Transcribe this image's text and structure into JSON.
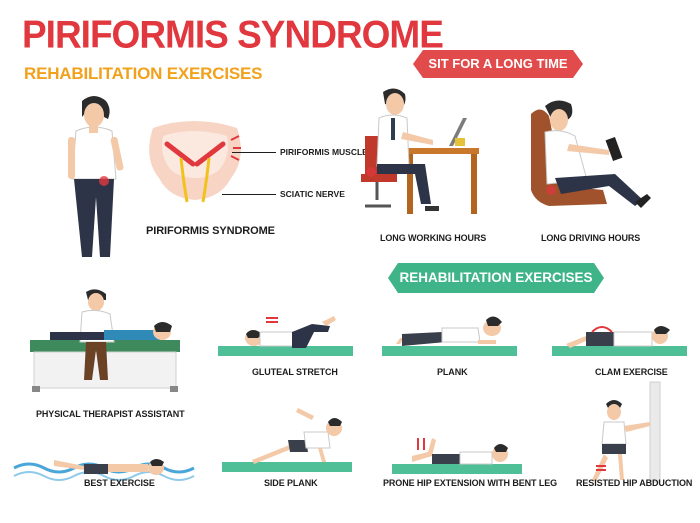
{
  "header": {
    "title": "PIRIFORMIS SYNDROME",
    "subtitle": "REHABILITATION EXERCISES"
  },
  "banners": {
    "sit": "SIT FOR A LONG TIME",
    "rehab": "REHABILITATION EXERCISES"
  },
  "anatomy": {
    "muscle_label": "PIRIFORMIS MUSCLE",
    "nerve_label": "SCIATIC NERVE",
    "caption": "PIRIFORMIS SYNDROME"
  },
  "causes": {
    "working": "LONG WORKING HOURS",
    "driving": "LONG DRIVING HOURS"
  },
  "exercises": {
    "therapist": "PHYSICAL THERAPIST ASSISTANT",
    "gluteal": "GLUTEAL STRETCH",
    "plank": "PLANK",
    "clam": "CLAM EXERCISE",
    "best": "BEST EXERCISE",
    "side_plank": "SIDE PLANK",
    "prone": "PRONE HIP EXTENSION WITH BENT LEG",
    "resisted": "RESISTED HIP ABDUCTION"
  },
  "colors": {
    "title": "#e0383e",
    "subtitle": "#f2a11c",
    "sit_banner": "#e24b4b",
    "rehab_banner": "#3fb489",
    "mat": "#4fbf98"
  }
}
